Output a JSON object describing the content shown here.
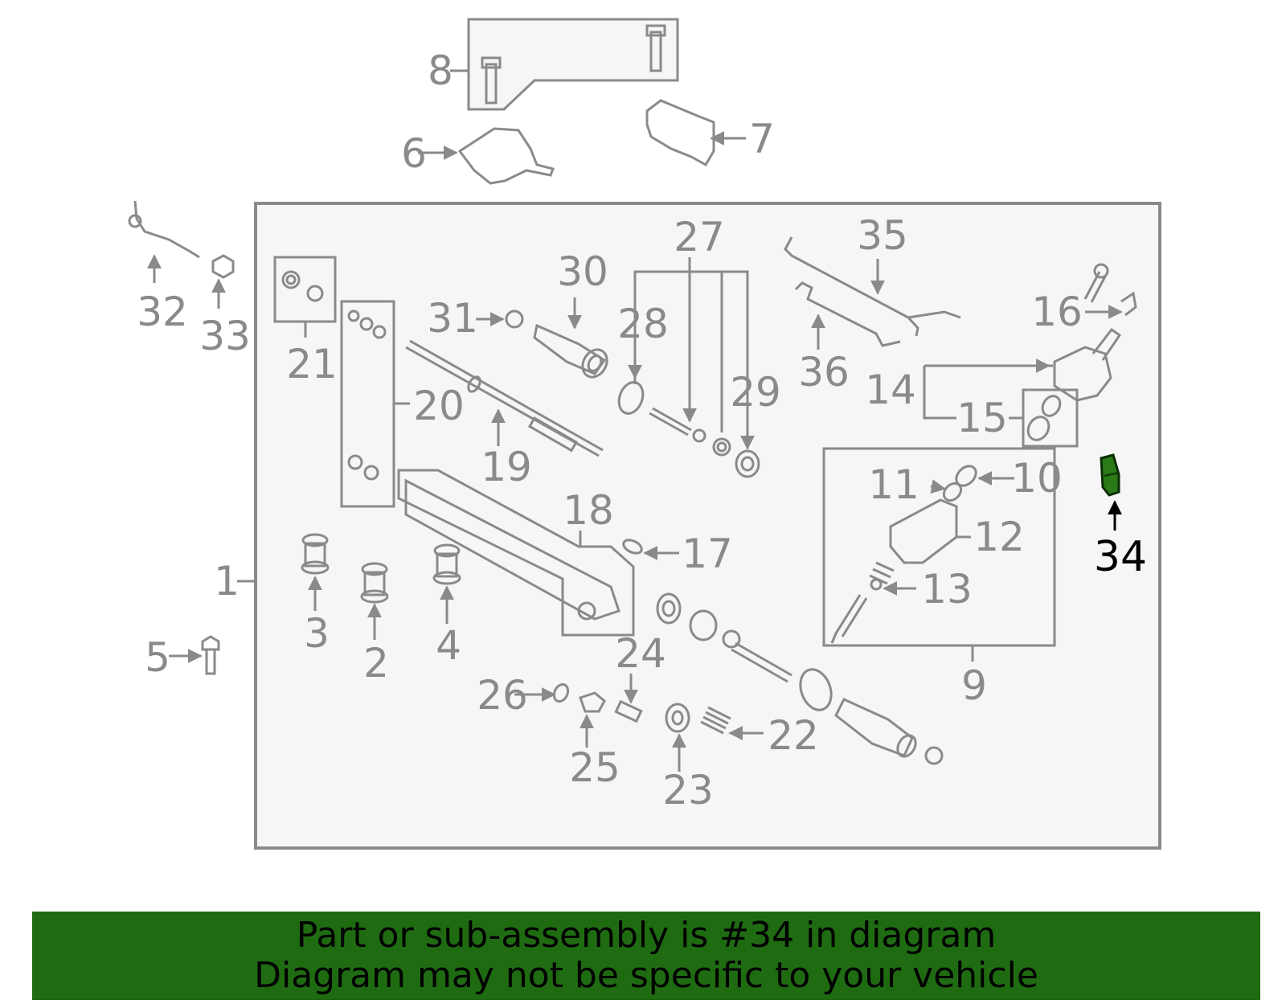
{
  "colors": {
    "line": "#8a8a8a",
    "panel_fill": "#f6f6f6",
    "highlight": "#2a7a18",
    "banner_bg": "#1f6b12",
    "banner_text": "#000000"
  },
  "callouts": [
    "1",
    "2",
    "3",
    "4",
    "5",
    "6",
    "7",
    "8",
    "9",
    "10",
    "11",
    "12",
    "13",
    "14",
    "15",
    "16",
    "17",
    "18",
    "19",
    "20",
    "21",
    "22",
    "23",
    "24",
    "25",
    "26",
    "27",
    "28",
    "29",
    "30",
    "31",
    "32",
    "33",
    "34",
    "35",
    "36"
  ],
  "highlighted_callout": "34",
  "banner": {
    "line1": "Part or sub-assembly is #34 in diagram",
    "line2": "Diagram may not be specific to your vehicle"
  }
}
